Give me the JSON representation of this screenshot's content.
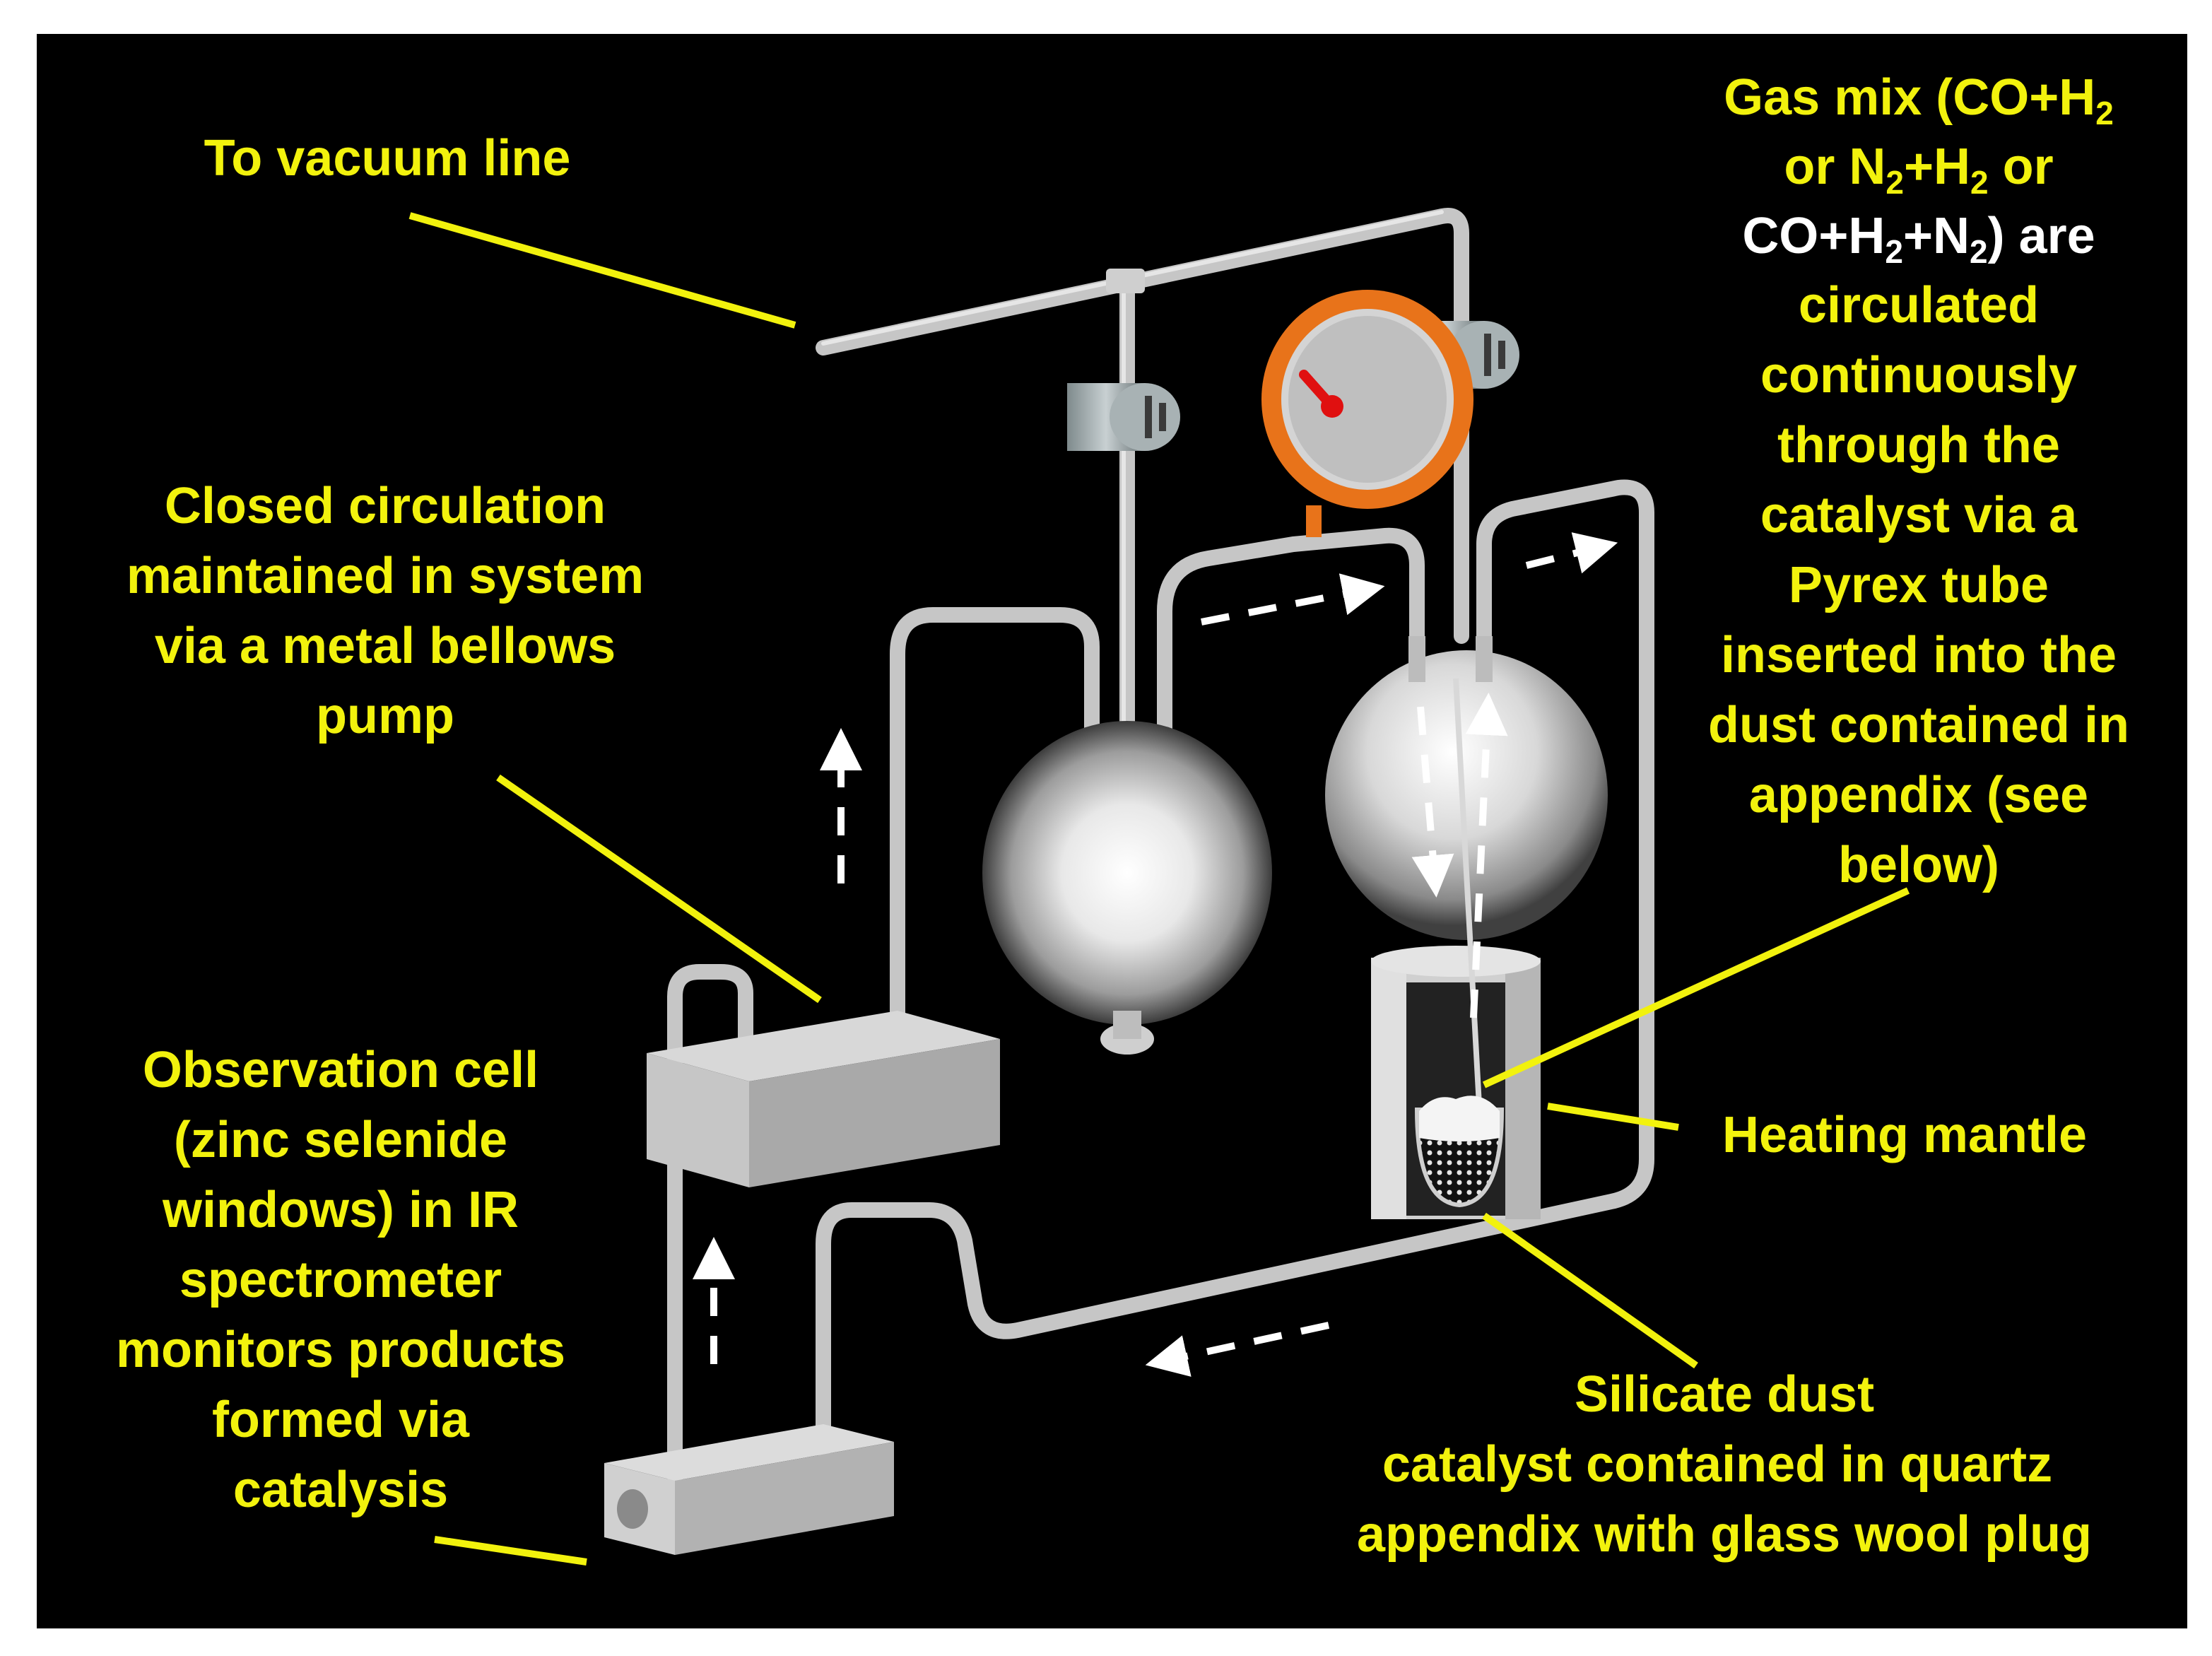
{
  "labels": {
    "vacuum": "To vacuum line",
    "gas_mix_l1": "Gas mix (CO+H",
    "gas_mix_l1_sub": "2",
    "gas_mix_l2a": "or N",
    "gas_mix_l2_sub1": "2",
    "gas_mix_l2b": "+H",
    "gas_mix_l2_sub2": "2",
    "gas_mix_l2c": " or",
    "gas_mix_l3a": "CO+H",
    "gas_mix_l3_sub1": "2",
    "gas_mix_l3b": "+N",
    "gas_mix_l3_sub2": "2",
    "gas_mix_l3c": ") are",
    "gas_mix_rest": [
      "circulated",
      "continuously",
      "through the",
      "catalyst via a",
      "Pyrex tube",
      "inserted into the",
      "dust contained in",
      "appendix (see",
      "below)"
    ],
    "closed": [
      "Closed circulation",
      "maintained in system",
      "via a metal bellows",
      "pump"
    ],
    "observation": [
      "Observation cell",
      "(zinc selenide",
      "windows) in IR",
      "spectrometer",
      "monitors products",
      "formed via",
      "catalysis"
    ],
    "heating": "Heating mantle",
    "silicate": [
      "Silicate dust",
      "catalyst contained in quartz",
      "appendix with glass wool plug"
    ]
  },
  "colors": {
    "background": "#000000",
    "label_text": "#f2f20d",
    "leader_line": "#f2f20d",
    "tube": "#c9c9c9",
    "gauge_rim": "#f07a12",
    "gauge_needle": "#e01010"
  }
}
